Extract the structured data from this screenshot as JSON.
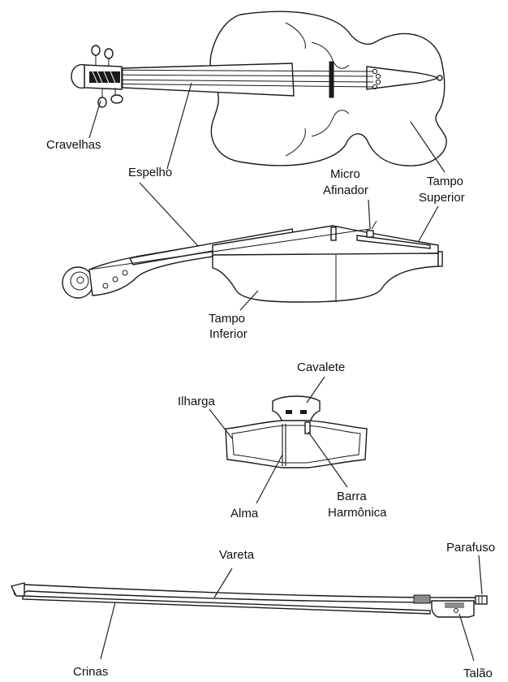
{
  "labels": {
    "cravelhas": "Cravelhas",
    "espelho": "Espelho",
    "micro_line1": "Micro",
    "micro_line2": "Afinador",
    "tampo_sup_line1": "Tampo",
    "tampo_sup_line2": "Superior",
    "tampo_inf_line1": "Tampo",
    "tampo_inf_line2": "Inferior",
    "cavalete": "Cavalete",
    "ilharga": "Ilharga",
    "alma": "Alma",
    "barra_line1": "Barra",
    "barra_line2": "Harmônica",
    "vareta": "Vareta",
    "parafuso": "Parafuso",
    "crinas": "Crinas",
    "talao": "Talão"
  }
}
